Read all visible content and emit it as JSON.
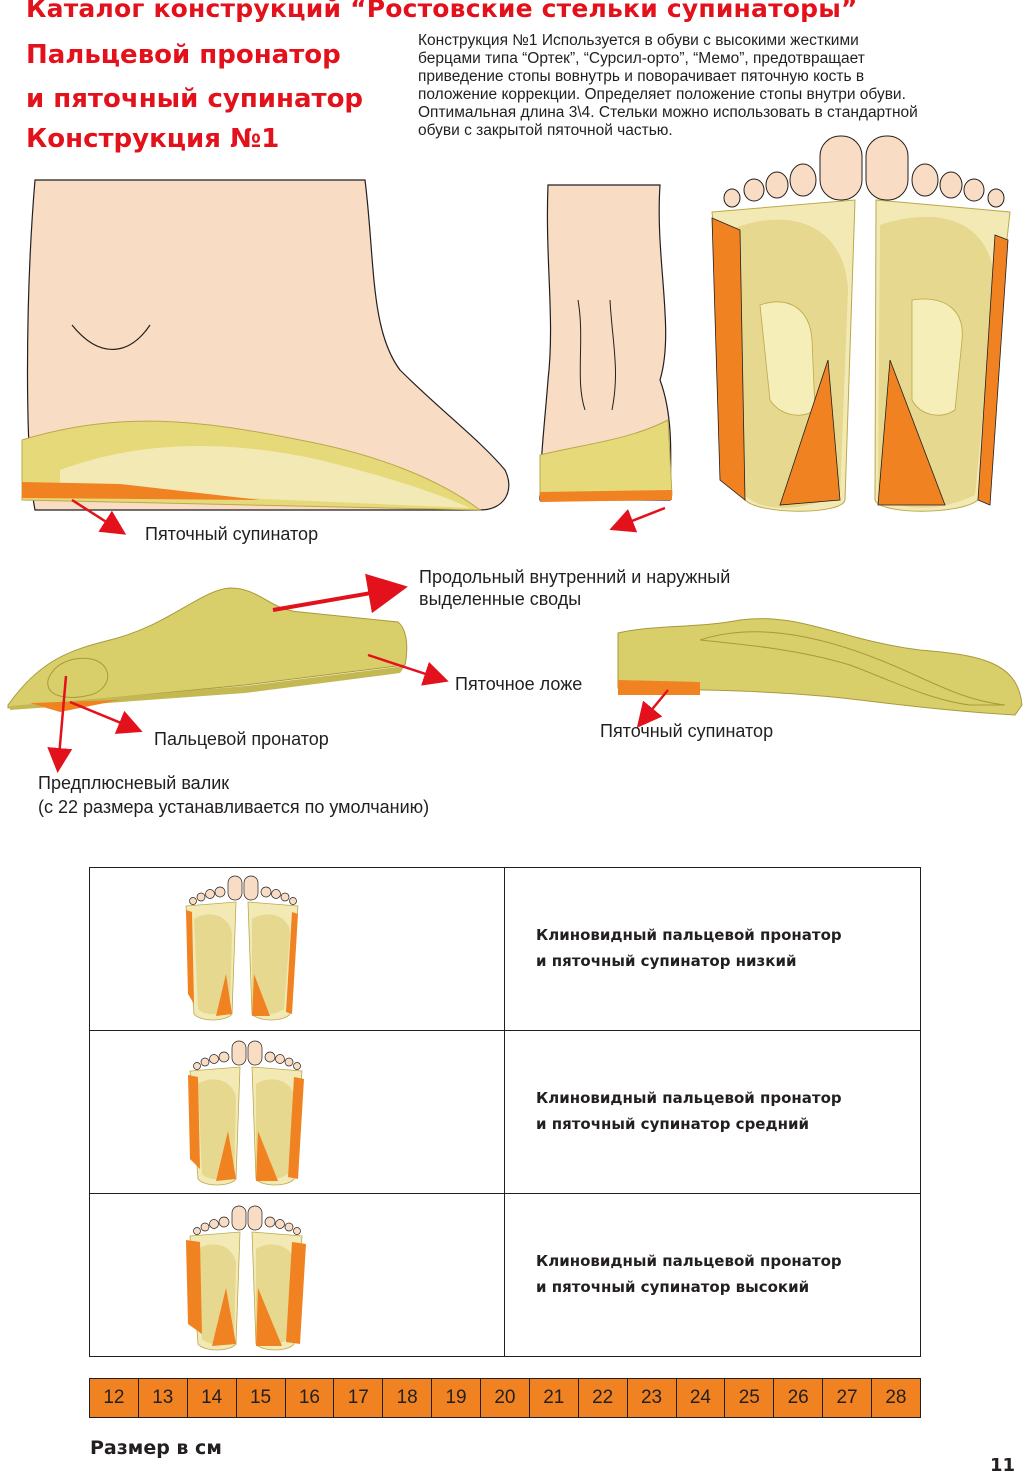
{
  "header": {
    "catalog_title": "Каталог конструкций “Ростовские стельки супинаторы”",
    "title_line1": "Пальцевой пронатор",
    "title_line2": "и пяточный супинатор",
    "title_line3": "Конструкция №1"
  },
  "description": {
    "lines": [
      "Конструкция №1 Используется в обуви с высокими жесткими",
      "берцами типа “Ортек”, “Сурсил-орто”, “Мемо”,  предотвращает",
      "приведение стопы вовнутрь и поворачивает пяточную кость в",
      "положение коррекции.  Определяет положение стопы внутри обуви.",
      "Оптимальная длина 3\\4.  Стельки можно использовать в стандартной",
      "обуви с закрытой пяточной частью."
    ]
  },
  "labels": {
    "heel_supinator_top": "Пяточный супинатор",
    "arches_line1": "Продольный внутренний и наружный",
    "arches_line2": "выделенные своды",
    "heel_bed": "Пяточное ложе",
    "toe_pronator": "Пальцевой пронатор",
    "heel_supinator_bottom": "Пяточный супинатор",
    "metatarsal_line1": "Предплюсневый валик",
    "metatarsal_line2": "(с 22 размера устанавливается по умолчанию)"
  },
  "variants": [
    {
      "line1": "Клиновидный пальцевой пронатор",
      "line2": "и пяточный супинатор низкий"
    },
    {
      "line1": "Клиновидный пальцевой пронатор",
      "line2": "и пяточный супинатор средний"
    },
    {
      "line1": "Клиновидный пальцевой пронатор",
      "line2": "и пяточный супинатор высокий"
    }
  ],
  "sizes": [
    "12",
    "13",
    "14",
    "15",
    "16",
    "17",
    "18",
    "19",
    "20",
    "21",
    "22",
    "23",
    "24",
    "25",
    "26",
    "27",
    "28"
  ],
  "size_caption": "Размер в см",
  "page_number": "11",
  "colors": {
    "title_red": "#e3111b",
    "skin": "#f9dcc4",
    "insole_yellow": "#d8cf6a",
    "insole_light": "#f2e9b5",
    "wedge_orange": "#f08221",
    "arrow_red": "#e3111b"
  },
  "icons": [
    "foot-side-icon",
    "foot-back-icon",
    "feet-sole-icon",
    "insole-side-icon",
    "insole-back-icon"
  ]
}
